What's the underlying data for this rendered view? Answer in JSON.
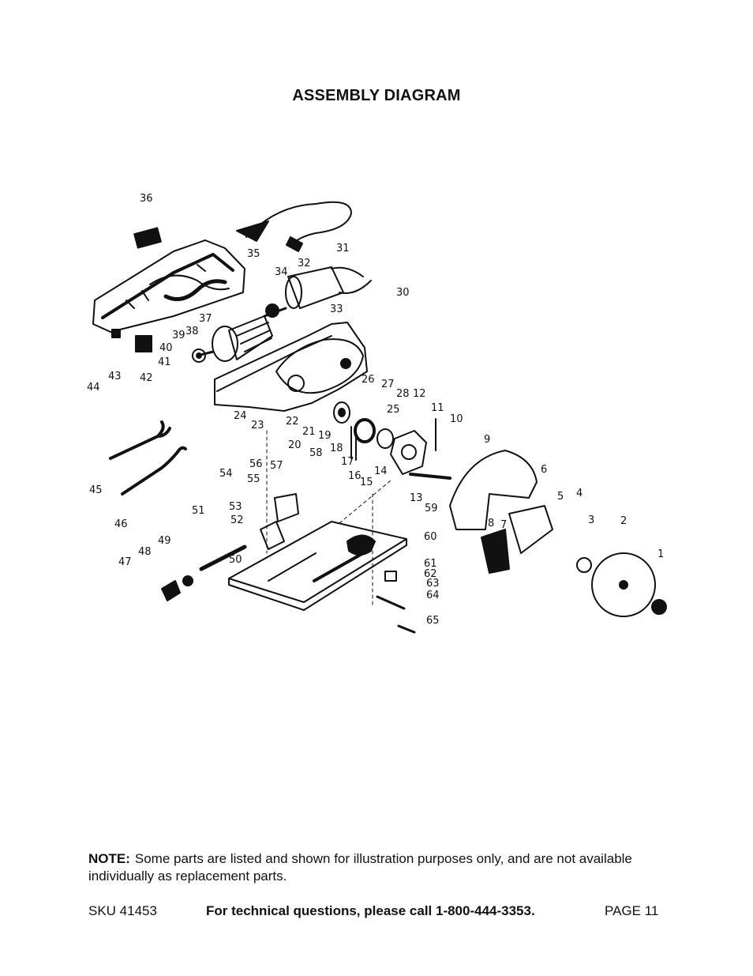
{
  "header": {
    "title": "ASSEMBLY DIAGRAM"
  },
  "diagram": {
    "part_numbers": [
      "1",
      "2",
      "3",
      "4",
      "5",
      "6",
      "7",
      "8",
      "9",
      "10",
      "11",
      "12",
      "13",
      "14",
      "15",
      "16",
      "17",
      "18",
      "19",
      "20",
      "21",
      "22",
      "23",
      "24",
      "25",
      "26",
      "27",
      "28",
      "30",
      "31",
      "32",
      "33",
      "34",
      "35",
      "36",
      "37",
      "38",
      "39",
      "40",
      "41",
      "42",
      "43",
      "44",
      "45",
      "46",
      "47",
      "48",
      "49",
      "50",
      "51",
      "52",
      "53",
      "54",
      "55",
      "56",
      "57",
      "58",
      "59",
      "60",
      "61",
      "62",
      "63",
      "64",
      "65"
    ]
  },
  "note": {
    "label": "NOTE:",
    "text": "Some parts are listed and shown for illustration purposes only, and are not available individually as replacement parts."
  },
  "footer": {
    "sku": "SKU  41453",
    "help": "For technical questions, please call 1-800-444-3353.",
    "page": "PAGE 11"
  }
}
